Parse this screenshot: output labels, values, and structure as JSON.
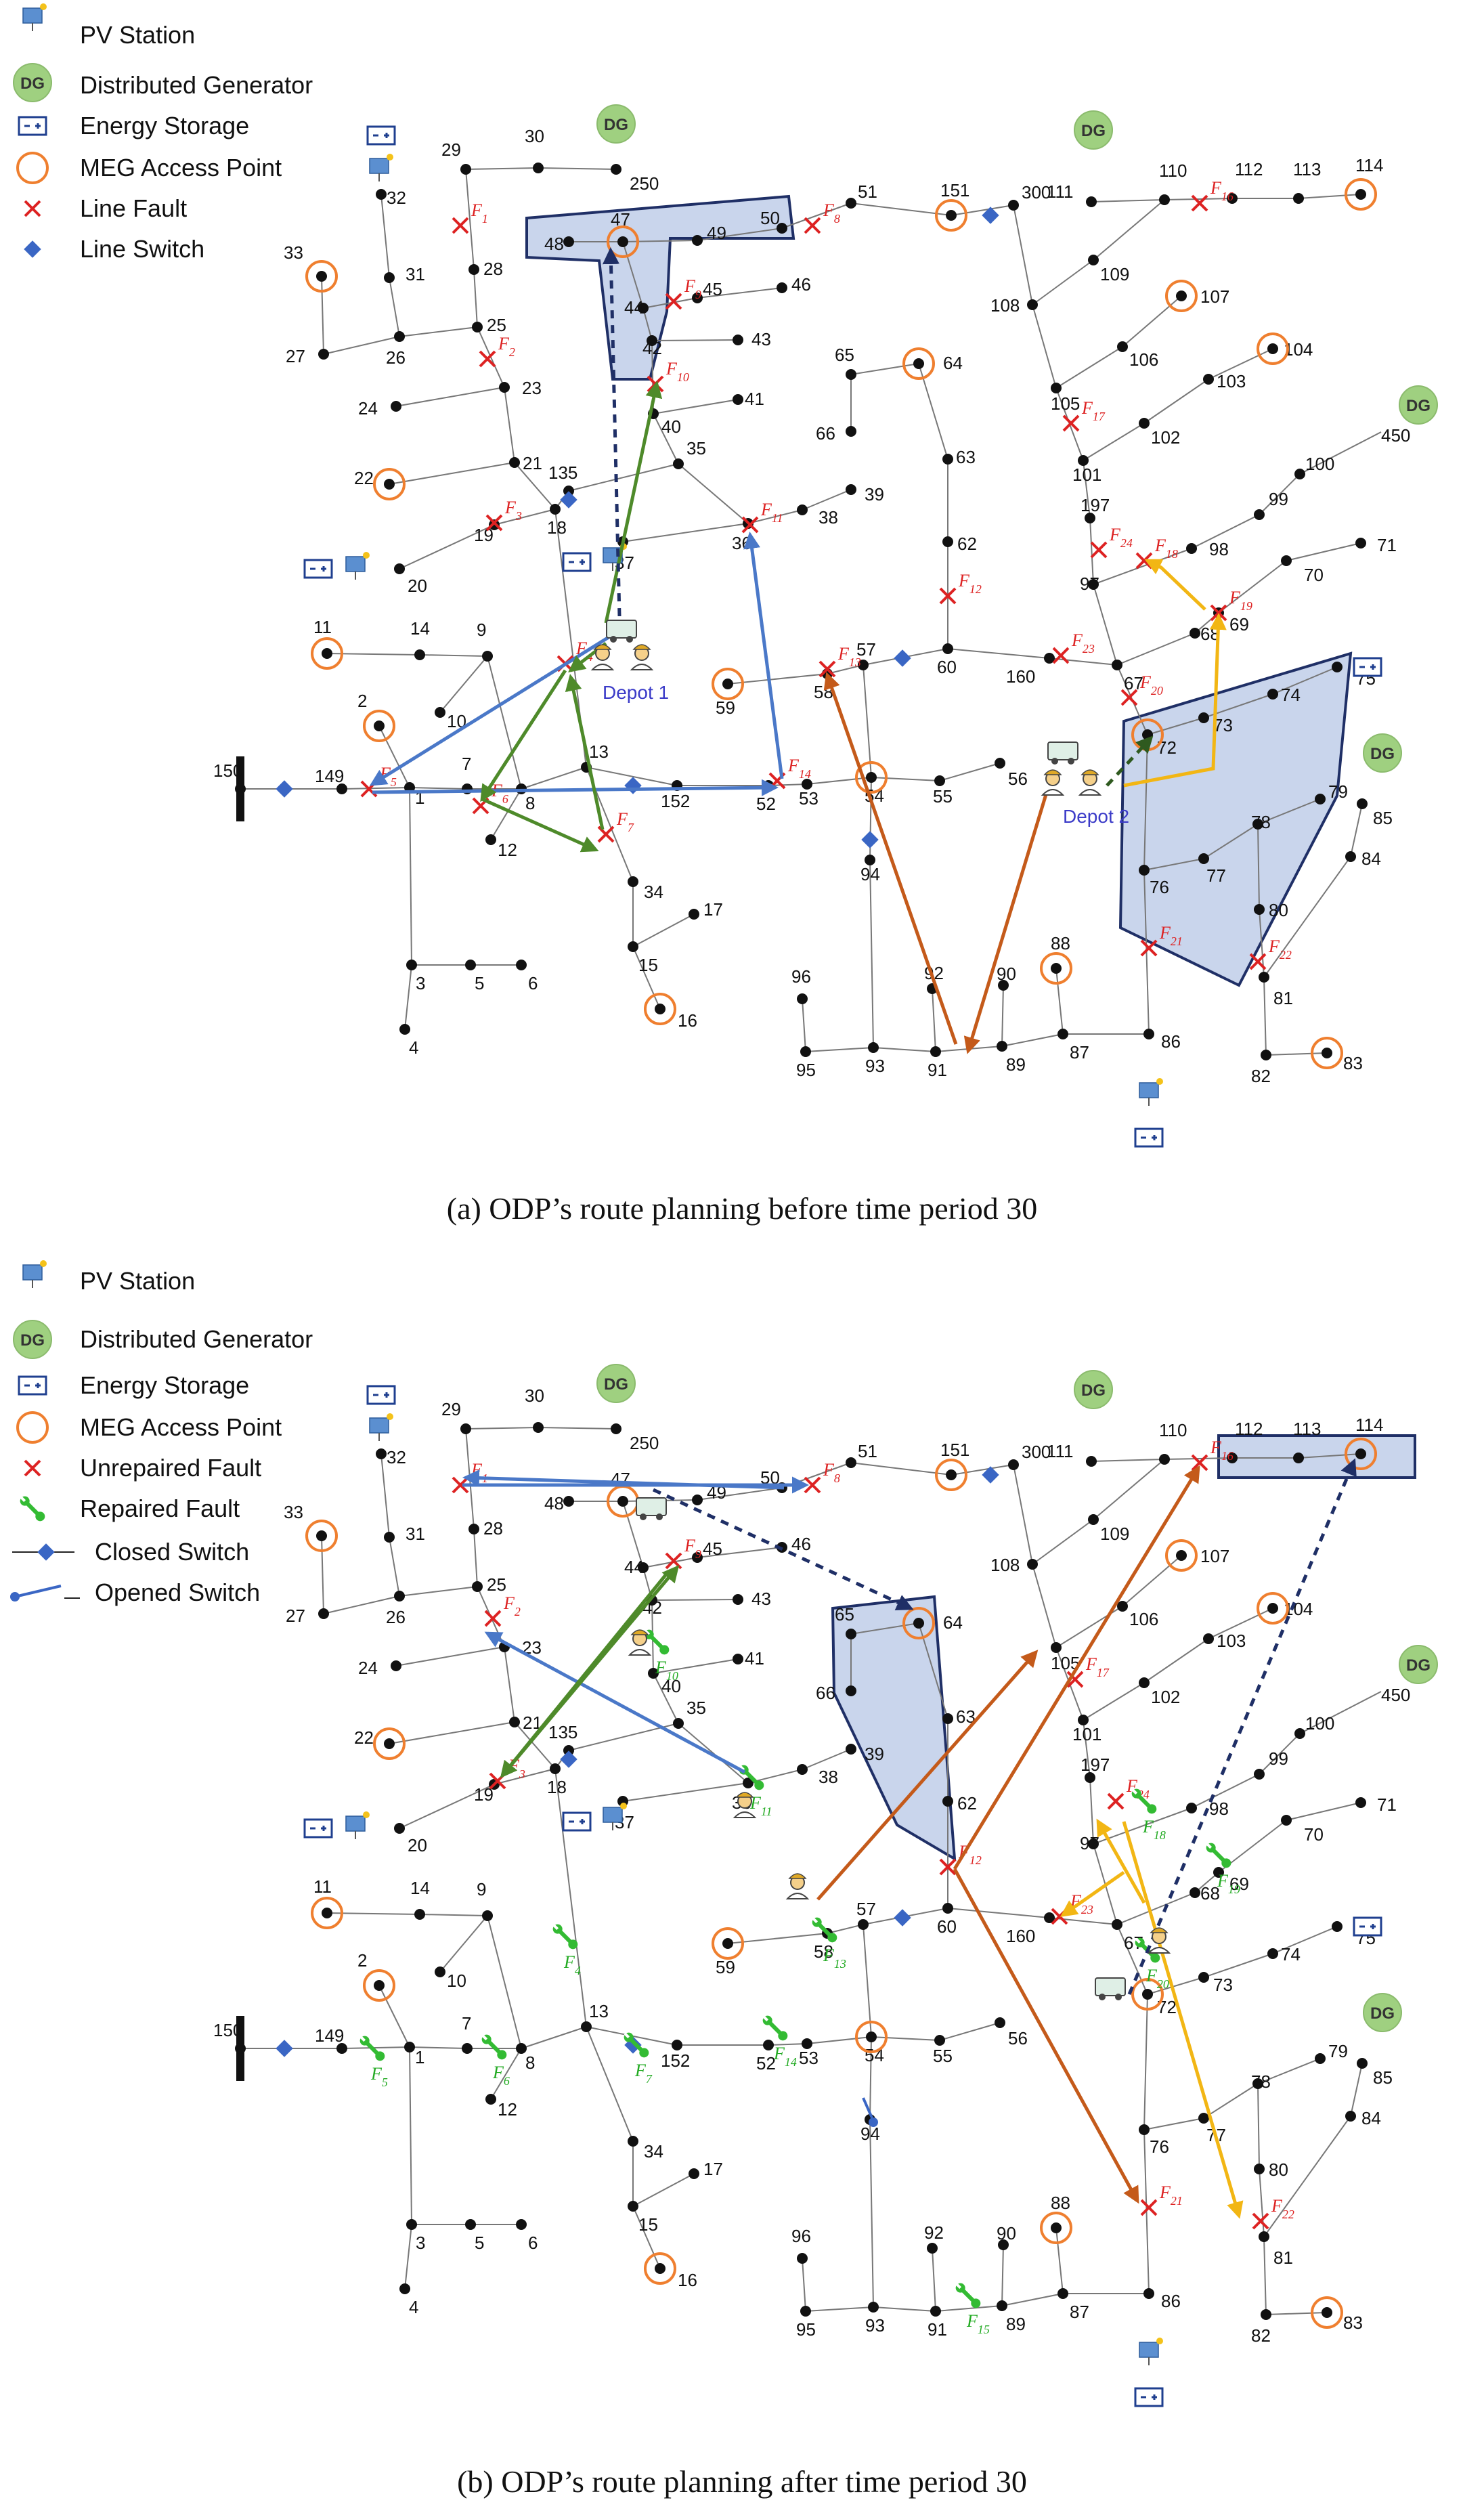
{
  "panel_a": {
    "caption": "(a) ODP’s route planning before time period 30",
    "legend": [
      {
        "icon": "pv-station-icon",
        "label": "PV Station"
      },
      {
        "icon": "distributed-generator-icon",
        "label": "Distributed Generator"
      },
      {
        "icon": "energy-storage-icon",
        "label": "Energy Storage"
      },
      {
        "icon": "meg-access-point-icon",
        "label": "MEG Access Point"
      },
      {
        "icon": "line-fault-icon",
        "label": "Line Fault"
      },
      {
        "icon": "line-switch-icon",
        "label": "Line Switch"
      }
    ],
    "depots": [
      "Depot 1",
      "Depot 2"
    ]
  },
  "panel_b": {
    "caption": "(b) ODP’s route planning after time period 30",
    "legend": [
      {
        "icon": "pv-station-icon",
        "label": "PV Station"
      },
      {
        "icon": "distributed-generator-icon",
        "label": "Distributed Generator"
      },
      {
        "icon": "energy-storage-icon",
        "label": "Energy Storage"
      },
      {
        "icon": "meg-access-point-icon",
        "label": "MEG Access Point"
      },
      {
        "icon": "unrepaired-fault-icon",
        "label": "Unrepaired Fault"
      },
      {
        "icon": "repaired-fault-icon",
        "label": "Repaired Fault"
      },
      {
        "icon": "closed-switch-icon",
        "label": "Closed Switch"
      },
      {
        "icon": "opened-switch-icon",
        "label": "Opened Switch"
      }
    ]
  },
  "dg_label": "DG",
  "colors": {
    "fault": "#dd2222",
    "repaired": "#33bb33",
    "switch": "#3a66c4",
    "meg_ring": "#ef7f2f",
    "region": "#c9d5ec",
    "route_blue": "#4a78c8",
    "route_green": "#4e8a2a",
    "route_orange": "#c45a1a",
    "route_yellow": "#f2b614",
    "route_navy": "#1f2f66"
  }
}
